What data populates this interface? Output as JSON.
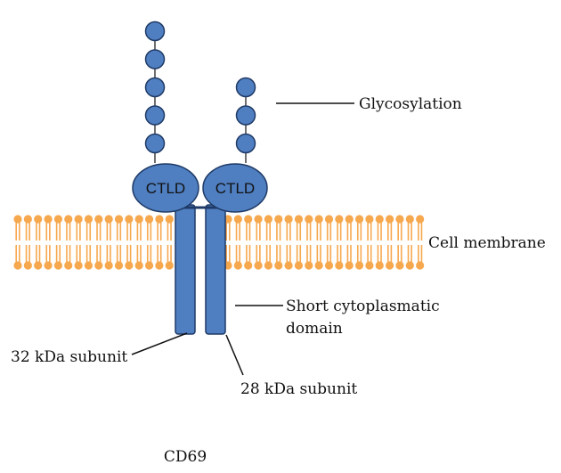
{
  "diagram": {
    "title": "CD69",
    "domain_labels": {
      "left": "CTLD",
      "right": "CTLD"
    },
    "annotations": {
      "glycosylation": "Glycosylation",
      "membrane": "Cell membrane",
      "cytoplasmic_line1": "Short cytoplasmatic",
      "cytoplasmic_line2": "domain",
      "subunit_32": "32 kDa subunit",
      "subunit_28": "28 kDa subunit"
    },
    "glycan_chains": {
      "left_count": 5,
      "right_count": 3
    },
    "colors": {
      "protein_fill": "#4f7fc1",
      "protein_stroke": "#1f3a66",
      "lipid": "#f6a84f",
      "line": "#111111"
    }
  }
}
